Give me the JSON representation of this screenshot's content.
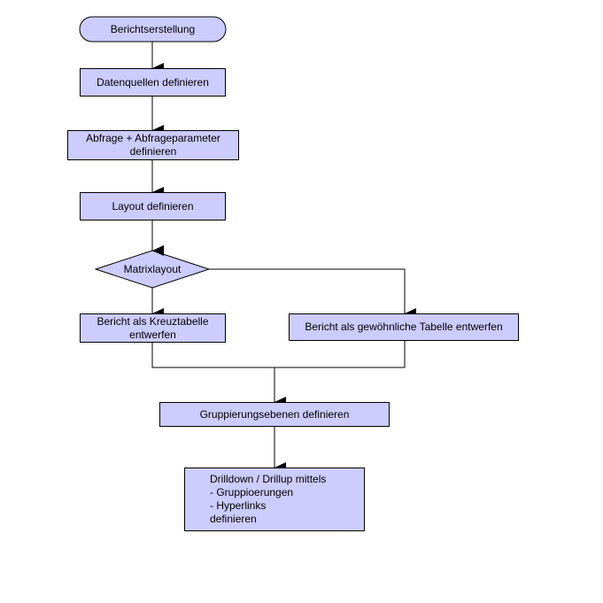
{
  "colors": {
    "fill": "#ccccff",
    "stroke": "#000000",
    "background": "#ffffff"
  },
  "nodes": {
    "start": "Berichtserstellung",
    "datenquellen": "Datenquellen definieren",
    "abfrage": "Abfrage + Abfrageparameter\ndefinieren",
    "layout": "Layout definieren",
    "matrix": "Matrixlayout",
    "kreuztabelle": "Bericht als Kreuztabelle\nentwerfen",
    "tabelle": "Bericht als gewöhnliche Tabelle entwerfen",
    "gruppierung": "Gruppierungsebenen definieren",
    "drilldown": "Drilldown / Drillup mittels\n - Gruppioerungen\n - Hyperlinks\ndefinieren"
  }
}
